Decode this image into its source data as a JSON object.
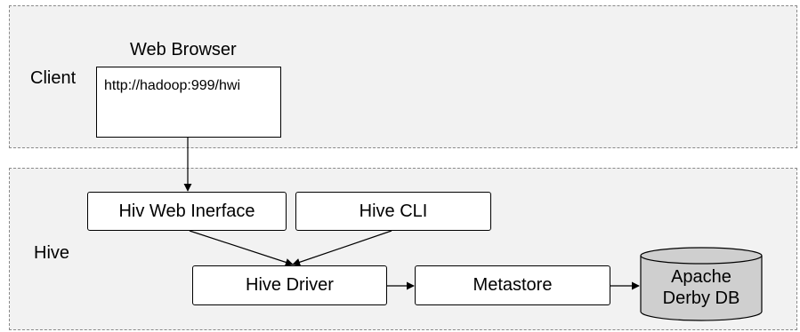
{
  "layers": {
    "client": "Client",
    "hive": "Hive"
  },
  "browser": {
    "title": "Web Browser",
    "url": "http://hadoop:999/hwi"
  },
  "nodes": {
    "web_interface": "Hiv Web Inerface",
    "cli": "Hive CLI",
    "driver": "Hive Driver",
    "metastore": "Metastore"
  },
  "database": {
    "line1": "Apache",
    "line2": "Derby DB"
  },
  "colors": {
    "layer_fill": "#f2f2f2",
    "layer_border": "#8a8a8a",
    "db_fill": "#cfcfcf"
  }
}
